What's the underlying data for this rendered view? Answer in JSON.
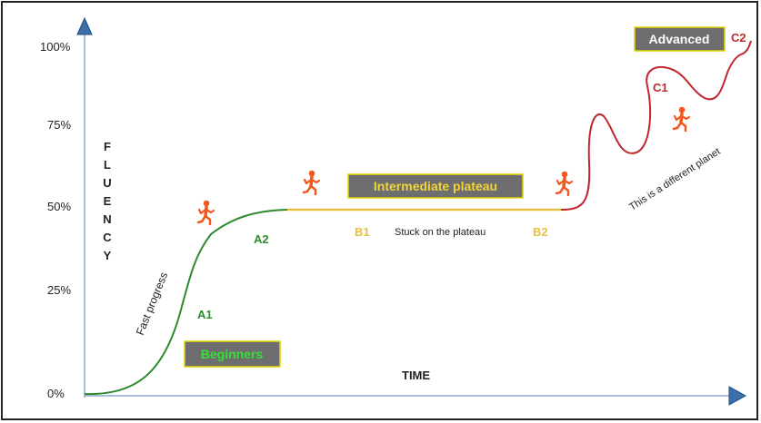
{
  "y_axis": {
    "ticks": [
      {
        "label": "100%",
        "value": 100
      },
      {
        "label": "75%",
        "value": 75
      },
      {
        "label": "50%",
        "value": 50
      },
      {
        "label": "25%",
        "value": 25
      },
      {
        "label": "0%",
        "value": 0
      }
    ],
    "title_letters": [
      "F",
      "L",
      "U",
      "E",
      "N",
      "C",
      "Y"
    ]
  },
  "x_axis": {
    "title": "TIME"
  },
  "stages": {
    "beginners": "Beginners",
    "intermediate": "Intermediate plateau",
    "advanced": "Advanced"
  },
  "levels": {
    "a1": "A1",
    "a2": "A2",
    "b1": "B1",
    "b2": "B2",
    "c1": "C1",
    "c2": "C2"
  },
  "annotations": {
    "fast_progress": "Fast progress",
    "stuck": "Stuck on the plateau",
    "different_planet": "This is a different planet"
  },
  "colors": {
    "axis": "#8eaacb",
    "arrow": "#3a6fa8",
    "green": "#2e8b2e",
    "yellow": "#e8c040",
    "red": "#c0272d",
    "box_fill": "#6e6e6e",
    "box_border": "#e5d400",
    "beginners_text": "#33e033",
    "intermediate_text": "#f0d43a",
    "runner": "#f2581e"
  },
  "icons": [
    "runner-icon"
  ]
}
